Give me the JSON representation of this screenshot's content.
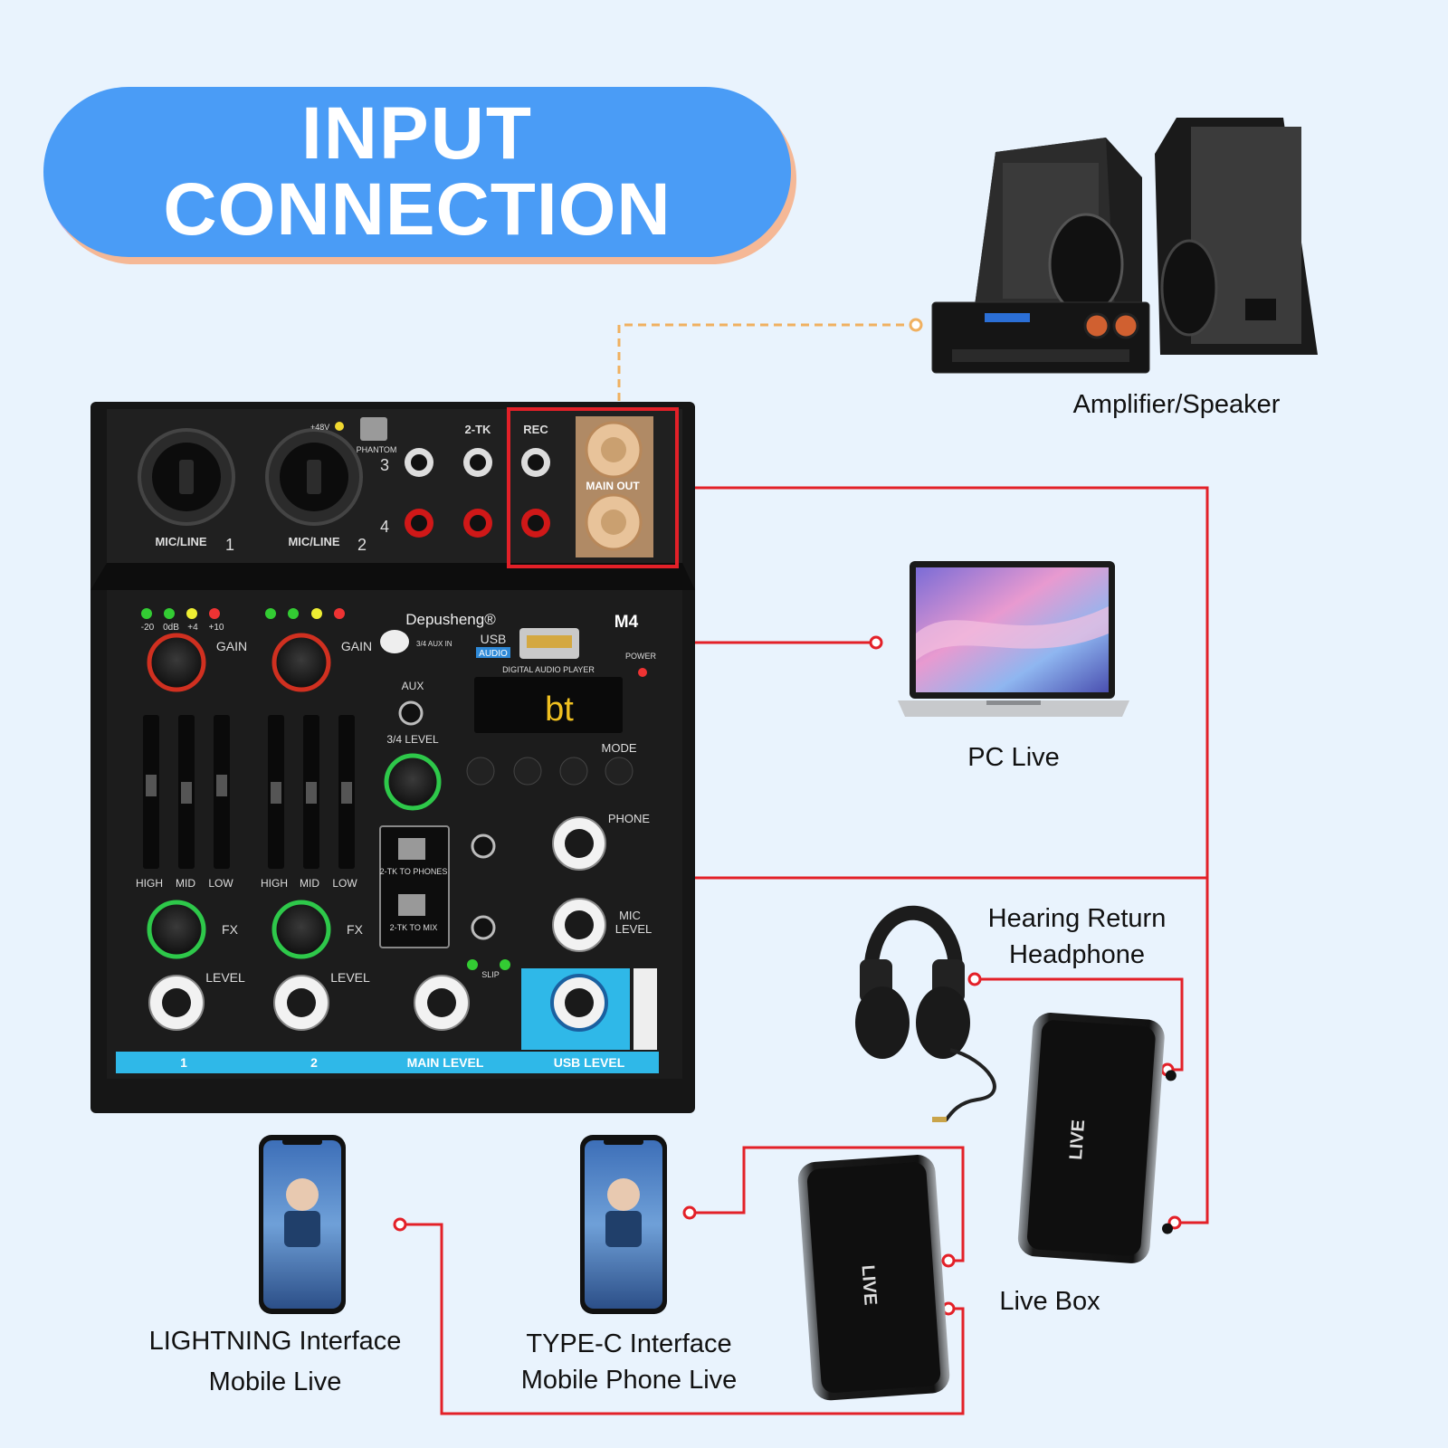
{
  "banner": {
    "line1": "INPUT",
    "line2": "CONNECTION"
  },
  "devices": {
    "amplifier": "Amplifier/Speaker",
    "pc": "PC Live",
    "headphone_line1": "Hearing Return",
    "headphone_line2": "Headphone",
    "livebox": "Live Box",
    "lightning_line1": "LIGHTNING Interface",
    "lightning_line2": "Mobile Live",
    "typec_line1": "TYPE-C Interface",
    "typec_line2": "Mobile Phone Live"
  },
  "mixer": {
    "brand": "Depusheng®",
    "model": "M4",
    "ch1_input": "MIC/LINE",
    "ch1_num": "1",
    "ch2_input": "MIC/LINE",
    "ch2_num": "2",
    "phantom": "PHANTOM",
    "phantom_48v": "+48V",
    "two_tk": "2-TK",
    "rec": "REC",
    "main_out": "MAIN OUT",
    "in3": "3",
    "in4": "4",
    "gain": "GAIN",
    "fx": "FX",
    "level": "LEVEL",
    "eq_high": "HIGH",
    "eq_mid": "MID",
    "eq_low": "LOW",
    "usb_audio_top": "USB",
    "usb_audio_bottom": "AUDIO",
    "aux_in": "3/4 AUX IN",
    "power": "POWER",
    "digital_audio_player": "DIGITAL AUDIO PLAYER",
    "display_text": "bt",
    "mode": "MODE",
    "aux": "AUX",
    "level_34": "3/4 LEVEL",
    "phone": "PHONE",
    "mic_level_1": "MIC",
    "mic_level_2": "LEVEL",
    "tk_phones": "2-TK TO PHONES",
    "tk_mix": "2-TK TO MIX",
    "slip": "SLIP",
    "strip_1": "1",
    "strip_2": "2",
    "strip_main": "MAIN LEVEL",
    "strip_usb": "USB LEVEL",
    "meter_labels": [
      "-20",
      "0dB",
      "+4",
      "+10"
    ]
  },
  "colors": {
    "cable": "#e32028",
    "banner": "#4a9cf6",
    "amp_link": "#f0b060",
    "strip": "#2fb8e8"
  }
}
